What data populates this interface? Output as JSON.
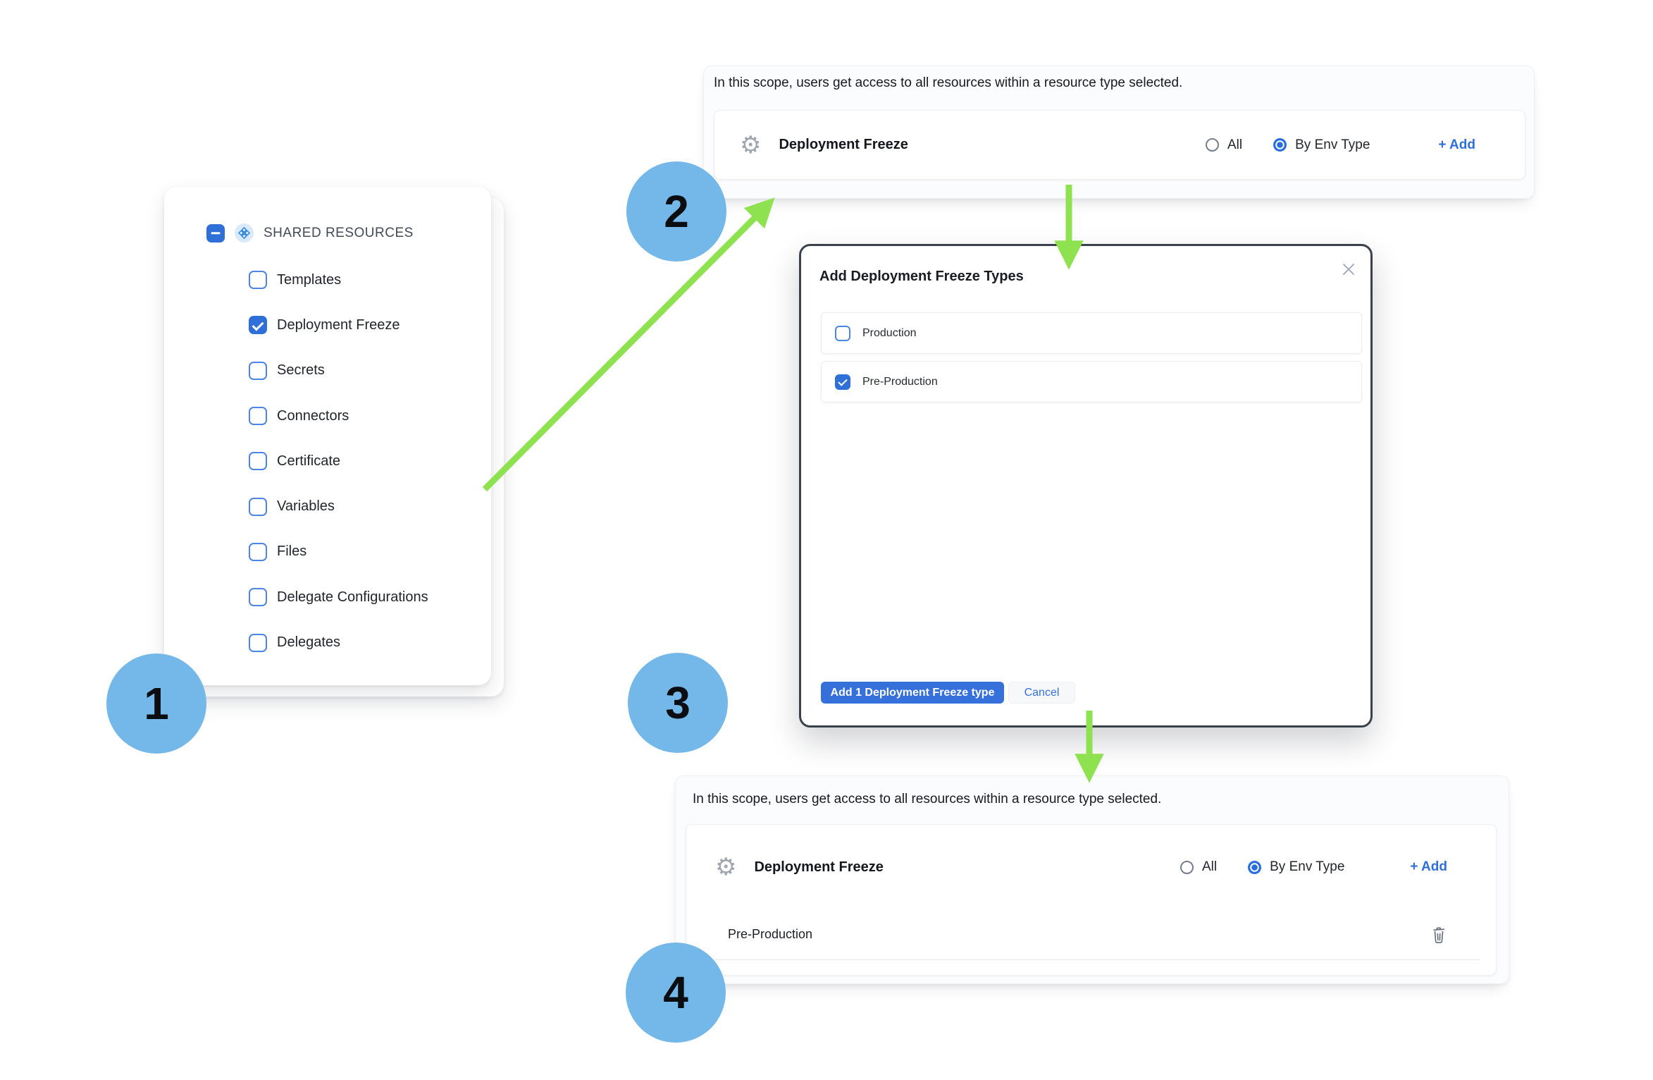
{
  "callouts": {
    "step1": "1",
    "step2": "2",
    "step3": "3",
    "step4": "4"
  },
  "colors": {
    "accent_blue": "#2e6fd8",
    "callout_blue": "#74b8ea",
    "arrow_green": "#8ee14f",
    "modal_border": "#3a414b",
    "primary_button_blue": "#3570db"
  },
  "icons": {
    "shared_resources": "diamond-cluster-icon",
    "resource_type": "gear-icon",
    "remove_row": "trash-icon",
    "close_modal": "close-icon"
  },
  "left_panel": {
    "header": {
      "label": "SHARED RESOURCES",
      "checkbox_state": "indeterminate"
    },
    "items": [
      {
        "label": "Templates",
        "checked": false
      },
      {
        "label": "Deployment Freeze",
        "checked": true
      },
      {
        "label": "Secrets",
        "checked": false
      },
      {
        "label": "Connectors",
        "checked": false
      },
      {
        "label": "Certificate",
        "checked": false
      },
      {
        "label": "Variables",
        "checked": false
      },
      {
        "label": "Files",
        "checked": false
      },
      {
        "label": "Delegate Configurations",
        "checked": false
      },
      {
        "label": "Delegates",
        "checked": false
      }
    ]
  },
  "scope_panel_top": {
    "description": "In this scope, users get access to all resources within a resource type selected.",
    "resource_row": {
      "label": "Deployment Freeze",
      "options": [
        {
          "label": "All",
          "selected": false
        },
        {
          "label": "By Env Type",
          "selected": true
        }
      ],
      "add_label": "+ Add"
    }
  },
  "modal": {
    "title": "Add Deployment Freeze Types",
    "options": [
      {
        "label": "Production",
        "checked": false
      },
      {
        "label": "Pre-Production",
        "checked": true
      }
    ],
    "primary_button": "Add 1 Deployment Freeze type",
    "cancel_button": "Cancel"
  },
  "scope_panel_bottom": {
    "description": "In this scope, users get access to all resources within a resource type selected.",
    "resource_row": {
      "label": "Deployment Freeze",
      "options": [
        {
          "label": "All",
          "selected": false
        },
        {
          "label": "By Env Type",
          "selected": true
        }
      ],
      "add_label": "+ Add"
    },
    "selected_types": [
      {
        "label": "Pre-Production"
      }
    ]
  }
}
